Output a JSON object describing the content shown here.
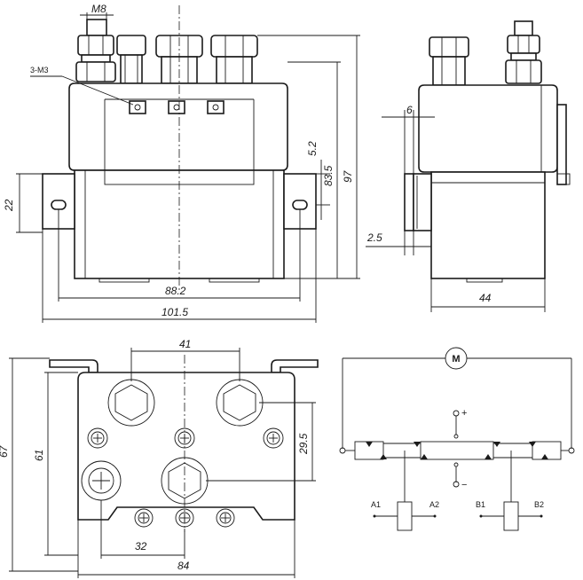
{
  "front_view": {
    "stud_label": "M8",
    "terminal_label": "3-M3",
    "dim_mount_hole": "22",
    "dim_small": "5.2",
    "dim_body_height": "83.5",
    "dim_total_height": "97",
    "dim_inner_width": "88.2",
    "dim_total_width": "101.5"
  },
  "side_view": {
    "dim_flange": "6",
    "dim_bracket": "2.5",
    "dim_depth": "44"
  },
  "bottom_view": {
    "dim_stud_spacing": "41",
    "dim_vertical_offset": "29.5",
    "dim_outer_height": "67",
    "dim_inner_height": "61",
    "dim_small_spacing": "32",
    "dim_width": "84"
  },
  "schematic": {
    "motor": "M",
    "plus": "+",
    "minus": "−",
    "coil_a1": "A1",
    "coil_a2": "A2",
    "coil_b1": "B1",
    "coil_b2": "B2"
  }
}
